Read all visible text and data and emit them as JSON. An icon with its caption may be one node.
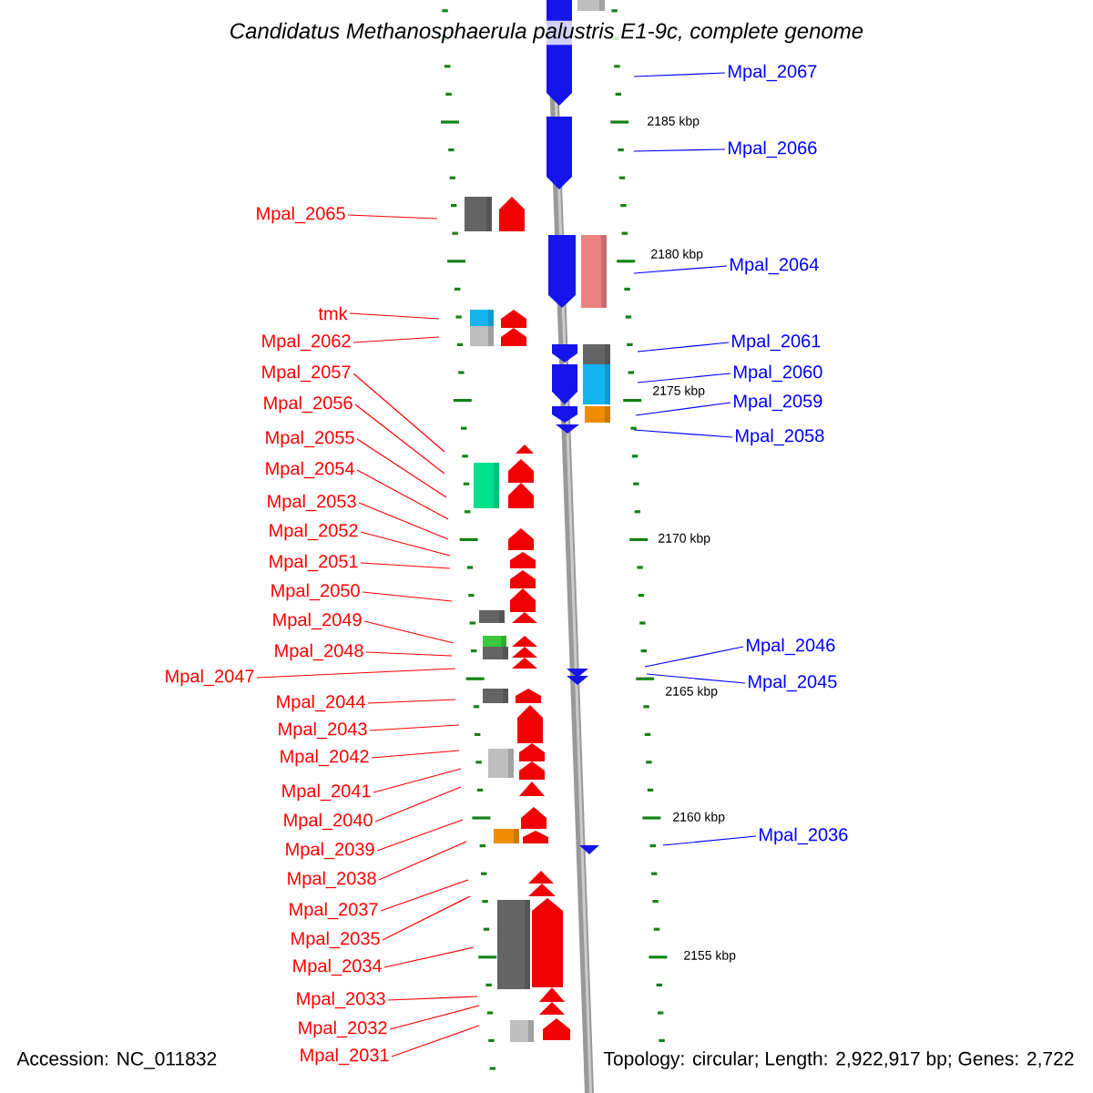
{
  "diagram": {
    "title": "Candidatus Methanosphaerula palustris E1-9c, complete genome",
    "nodes": [
      {
        "text": [
          "Mpal_2065"
        ]
      },
      {
        "text": [
          "tmk"
        ]
      },
      {
        "text": [
          "Mpal_2062"
        ]
      },
      {
        "text": [
          "Mpal_2057"
        ]
      },
      {
        "text": [
          "Mpal_2056"
        ]
      },
      {
        "text": [
          "Mpal_2055"
        ]
      },
      {
        "text": [
          "Mpal_2054"
        ]
      },
      {
        "text": [
          "Mpal_2053"
        ]
      },
      {
        "text": [
          "Mpal_2052"
        ]
      },
      {
        "text": [
          "Mpal_2051"
        ]
      },
      {
        "text": [
          "Mpal_2050"
        ]
      },
      {
        "text": [
          "Mpal_2049"
        ]
      },
      {
        "text": [
          "Mpal_2048"
        ]
      },
      {
        "text": [
          "Mpal_2047"
        ]
      },
      {
        "text": [
          "Mpal_2044"
        ]
      },
      {
        "text": [
          "Mpal_2043"
        ]
      },
      {
        "text": [
          "Mpal_2042"
        ]
      },
      {
        "text": [
          "Mpal_2041"
        ]
      },
      {
        "text": [
          "Mpal_2040"
        ]
      },
      {
        "text": [
          "Mpal_2039"
        ]
      },
      {
        "text": [
          "Mpal_2038"
        ]
      },
      {
        "text": [
          "Mpal_2037"
        ]
      },
      {
        "text": [
          "Mpal_2035"
        ]
      },
      {
        "text": [
          "Mpal_2034"
        ]
      },
      {
        "text": [
          "Mpal_2033"
        ]
      },
      {
        "text": [
          "Mpal_2032"
        ]
      },
      {
        "text": [
          "Mpal_2031"
        ]
      },
      {
        "text": [
          "Mpal_2067"
        ]
      },
      {
        "text": [
          "Mpal_2066"
        ]
      },
      {
        "text": [
          "Mpal_2064"
        ]
      },
      {
        "text": [
          "Mpal_2061"
        ]
      },
      {
        "text": [
          "Mpal_2060"
        ]
      },
      {
        "text": [
          "Mpal_2059"
        ]
      },
      {
        "text": [
          "Mpal_2058"
        ]
      },
      {
        "text": [
          "Mpal_2046"
        ]
      },
      {
        "text": [
          "Mpal_2045"
        ]
      },
      {
        "text": [
          "Mpal_2036"
        ]
      }
    ],
    "edges": [
      {
        "from": 0,
        "to": null,
        "arrow": "none"
      },
      {
        "from": 1,
        "to": null,
        "arrow": "none"
      },
      {
        "from": 2,
        "to": null,
        "arrow": "none"
      },
      {
        "from": 3,
        "to": null,
        "arrow": "none"
      },
      {
        "from": 4,
        "to": null,
        "arrow": "none"
      },
      {
        "from": 5,
        "to": null,
        "arrow": "none"
      },
      {
        "from": 6,
        "to": null,
        "arrow": "none"
      },
      {
        "from": 7,
        "to": null,
        "arrow": "none"
      },
      {
        "from": 8,
        "to": null,
        "arrow": "none"
      },
      {
        "from": 9,
        "to": null,
        "arrow": "none"
      },
      {
        "from": 10,
        "to": null,
        "arrow": "none"
      },
      {
        "from": 11,
        "to": null,
        "arrow": "none"
      },
      {
        "from": 12,
        "to": null,
        "arrow": "none"
      },
      {
        "from": 13,
        "to": null,
        "arrow": "none"
      },
      {
        "from": 14,
        "to": null,
        "arrow": "none"
      },
      {
        "from": 15,
        "to": null,
        "arrow": "none"
      },
      {
        "from": 16,
        "to": null,
        "arrow": "none"
      },
      {
        "from": 17,
        "to": null,
        "arrow": "none"
      },
      {
        "from": 18,
        "to": null,
        "arrow": "none"
      },
      {
        "from": 19,
        "to": null,
        "arrow": "none"
      },
      {
        "from": 20,
        "to": null,
        "arrow": "none"
      },
      {
        "from": 21,
        "to": null,
        "arrow": "none"
      },
      {
        "from": 22,
        "to": null,
        "arrow": "none"
      },
      {
        "from": 23,
        "to": null,
        "arrow": "none"
      },
      {
        "from": 24,
        "to": null,
        "arrow": "none"
      },
      {
        "from": 25,
        "to": null,
        "arrow": "none"
      },
      {
        "from": 26,
        "to": null,
        "arrow": "none"
      },
      {
        "from": 27,
        "to": null,
        "arrow": "none",
        "color": "#0000ff"
      },
      {
        "from": 28,
        "to": null,
        "arrow": "none",
        "color": "#0000ff"
      },
      {
        "from": 29,
        "to": null,
        "arrow": "none",
        "color": "#0000ff"
      },
      {
        "from": 30,
        "to": null,
        "arrow": "none",
        "color": "#0000ff"
      },
      {
        "from": 31,
        "to": null,
        "arrow": "none",
        "color": "#0000ff"
      },
      {
        "from": 32,
        "to": null,
        "arrow": "none",
        "color": "#0000ff"
      },
      {
        "from": 33,
        "to": null,
        "arrow": "none",
        "color": "#0000ff"
      },
      {
        "from": 34,
        "to": null,
        "arrow": "none",
        "color": "#0000ff"
      },
      {
        "from": 35,
        "to": null,
        "arrow": "none",
        "color": "#0000ff"
      },
      {
        "from": 36,
        "to": null,
        "arrow": "none",
        "color": "#0000ff"
      }
    ],
    "labels": [
      "2185 kbp",
      "2180 kbp",
      "2175 kbp",
      "2170 kbp",
      "2165 kbp",
      "2160 kbp",
      "2155 kbp",
      "Accession: NC_011832",
      "Topology: circular; Length: 2,922,917 bp; Genes: 2,722"
    ]
  }
}
